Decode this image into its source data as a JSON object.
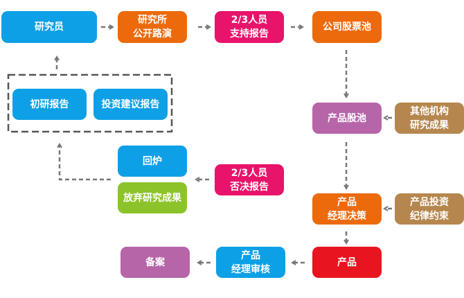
{
  "nodes": {
    "researcher": "研究员",
    "institute_roadshow": "研究所\n公开路演",
    "support_report": "2/3人员\n支持报告",
    "company_pool": "公司股票池",
    "product_pool": "产品股池",
    "other_research": "其他机构\n研究成果",
    "manager_decision": "产品\n经理决策",
    "investment_discipline": "产品投资\n纪律约束",
    "product": "产品",
    "manager_review": "产品\n经理审核",
    "filing": "备案",
    "initial_report": "初研报告",
    "investment_report": "投资建议报告",
    "reject_report": "2/3人员\n否决报告",
    "return": "回炉",
    "abandon": "放弃研究成果"
  },
  "colors": {
    "blue": "#0ea0e6",
    "orange": "#ec6a0c",
    "pink": "#e8136a",
    "purple": "#b765a9",
    "brown": "#b5874f",
    "green": "#8cc32a",
    "red": "#e8141f",
    "connector": "#777777"
  }
}
